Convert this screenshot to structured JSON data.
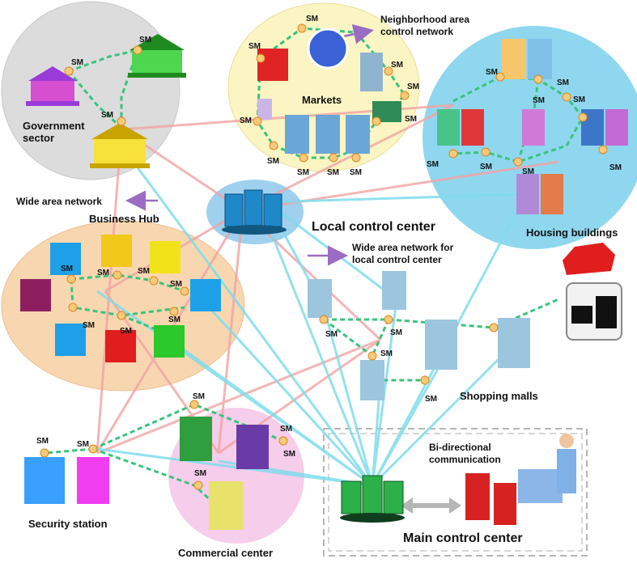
{
  "labels": {
    "government_sector": [
      "Government",
      "sector"
    ],
    "markets": "Markets",
    "neighborhood_network": [
      "Neighborhood area",
      "control network"
    ],
    "housing_buildings": "Housing buildings",
    "wide_area_network": "Wide area network",
    "business_hub": "Business Hub",
    "local_control_center": "Local control center",
    "wan_local": [
      "Wide area network for",
      "local control center"
    ],
    "shopping_malls": "Shopping malls",
    "bidirectional": [
      "Bi-directional",
      "communication"
    ],
    "main_control_center": "Main control center",
    "security_station": "Security station",
    "commercial_center": "Commercial center",
    "smart_meter": "SM"
  },
  "colors": {
    "government_zone": "#dcdcdc",
    "markets_zone": "#fbf5c4",
    "housing_zone": "#8fd7ef",
    "business_zone": "#f8d7b0",
    "commercial_zone": "#f6cdea",
    "local_center_zone": "#9fd0ee",
    "smart_meter_link": "#39c47d",
    "wan_link": "#f2a3a3",
    "control_link": "#7fdcec",
    "arrow": "#9b6cc4"
  }
}
